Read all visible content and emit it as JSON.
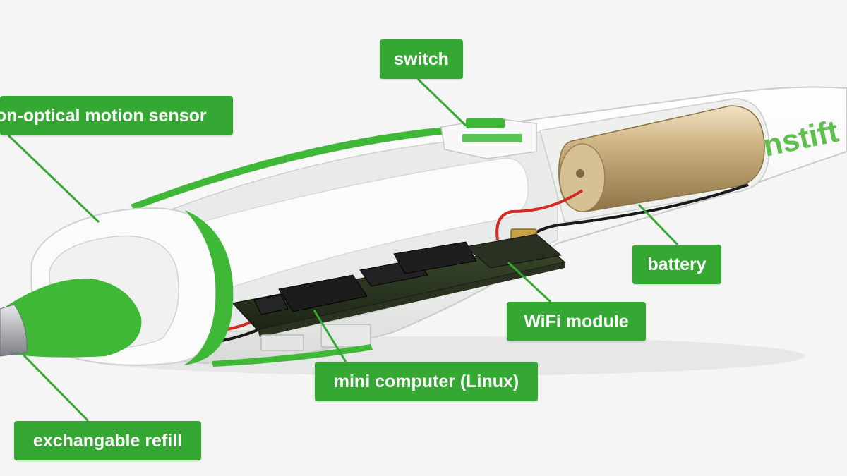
{
  "colors": {
    "accent_green": "#34a832",
    "pen_green": "#3fb838",
    "label_text": "#ffffff",
    "background": "#f4f5f4",
    "battery_gold": "#c9ad7c"
  },
  "pen": {
    "brand_text": "nstift"
  },
  "labels": {
    "switch": "switch",
    "motion_sensor": "on-optical motion sensor",
    "battery": "battery",
    "wifi_module": "WiFi module",
    "mini_computer": "mini computer (Linux)",
    "refill": "exchangable refill"
  }
}
